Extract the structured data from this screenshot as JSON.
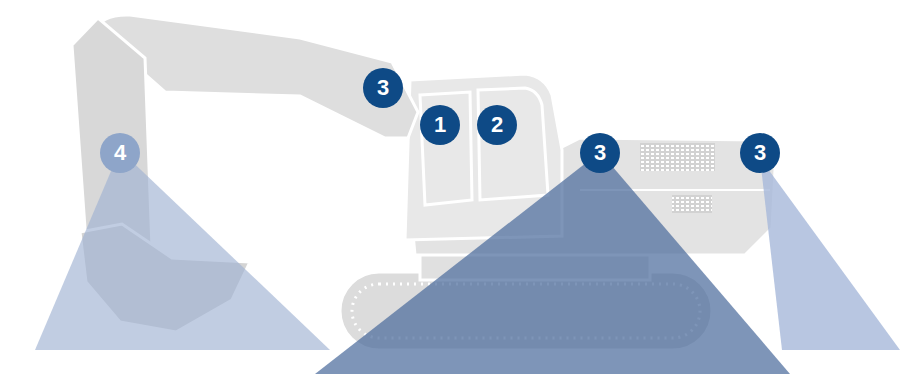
{
  "diagram": {
    "labels": [
      "3",
      "1",
      "2",
      "4",
      "3",
      "3"
    ]
  }
}
